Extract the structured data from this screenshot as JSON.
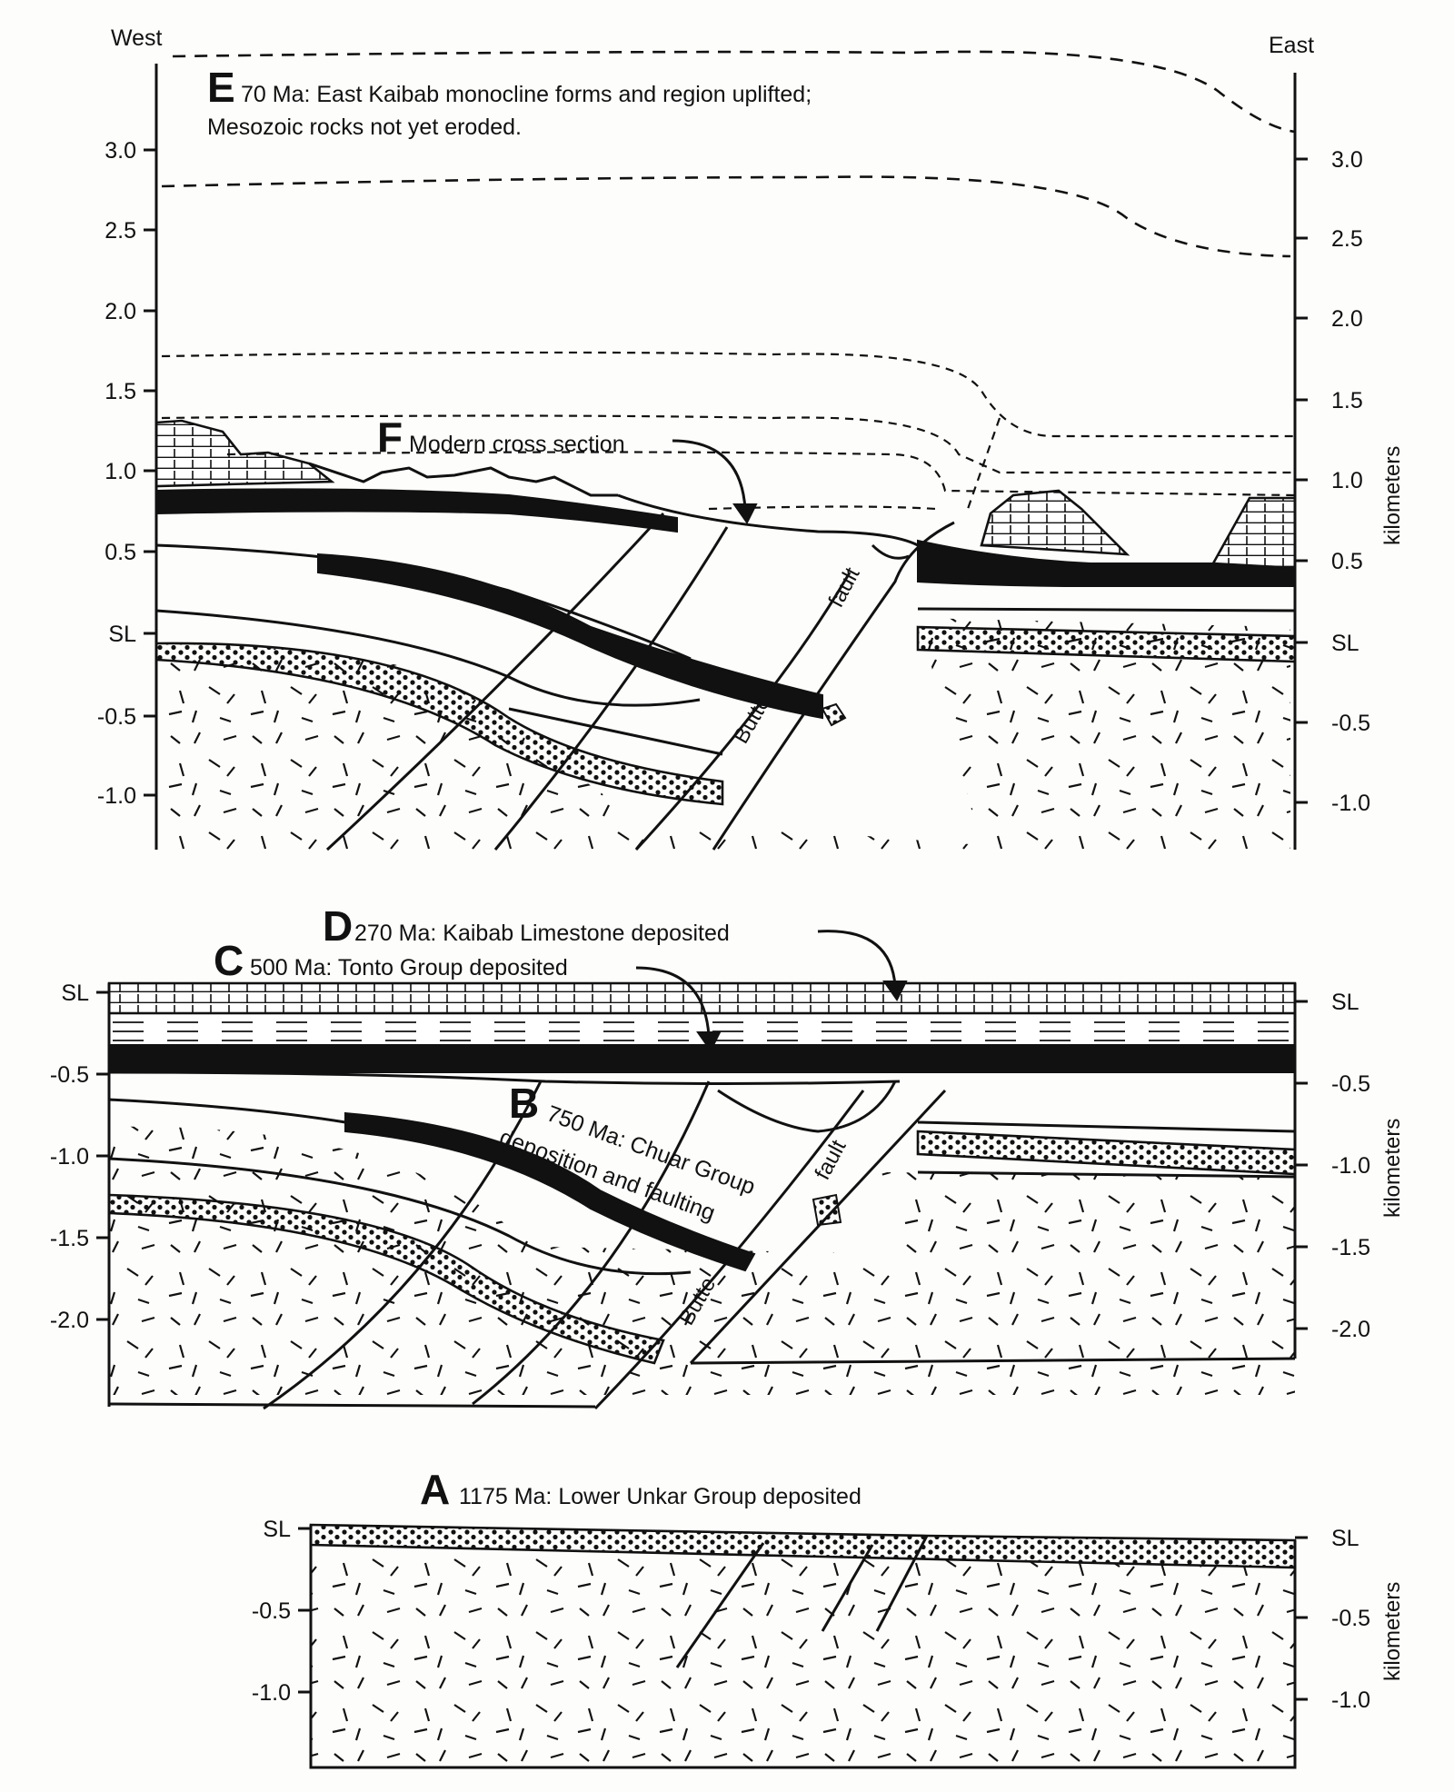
{
  "directions": {
    "west": "West",
    "east": "East"
  },
  "axis_unit": "kilometers",
  "panel_E": {
    "left_ticks": [
      "3.0",
      "2.5",
      "2.0",
      "1.5",
      "1.0",
      "0.5",
      "SL",
      "-0.5",
      "-1.0"
    ],
    "right_ticks": [
      "3.0",
      "2.5",
      "2.0",
      "1.5",
      "1.0",
      "0.5",
      "SL",
      "-0.5",
      "-1.0"
    ],
    "letter": "E",
    "caption_line1": "70 Ma: East Kaibab monocline forms and region uplifted;",
    "caption_line2": "Mesozoic rocks not yet eroded.",
    "f_letter": "F",
    "f_caption": "Modern cross section",
    "fault_label": "fault",
    "butte_label": "Butte"
  },
  "panel_CD": {
    "left_ticks": [
      "SL",
      "-0.5",
      "-1.0",
      "-1.5",
      "-2.0"
    ],
    "right_ticks": [
      "SL",
      "-0.5",
      "-1.0",
      "-1.5",
      "-2.0"
    ],
    "d_letter": "D",
    "d_caption": "270 Ma: Kaibab Limestone deposited",
    "c_letter": "C",
    "c_caption": "500 Ma: Tonto Group deposited",
    "b_letter": "B",
    "b_caption_line1": "750 Ma: Chuar Group",
    "b_caption_line2": "deposition and faulting",
    "fault_label": "fault",
    "butte_label": "Butte"
  },
  "panel_A": {
    "left_ticks": [
      "SL",
      "-0.5",
      "-1.0"
    ],
    "right_ticks": [
      "SL",
      "-0.5",
      "-1.0"
    ],
    "letter": "A",
    "caption": "1175 Ma: Lower Unkar Group deposited"
  }
}
